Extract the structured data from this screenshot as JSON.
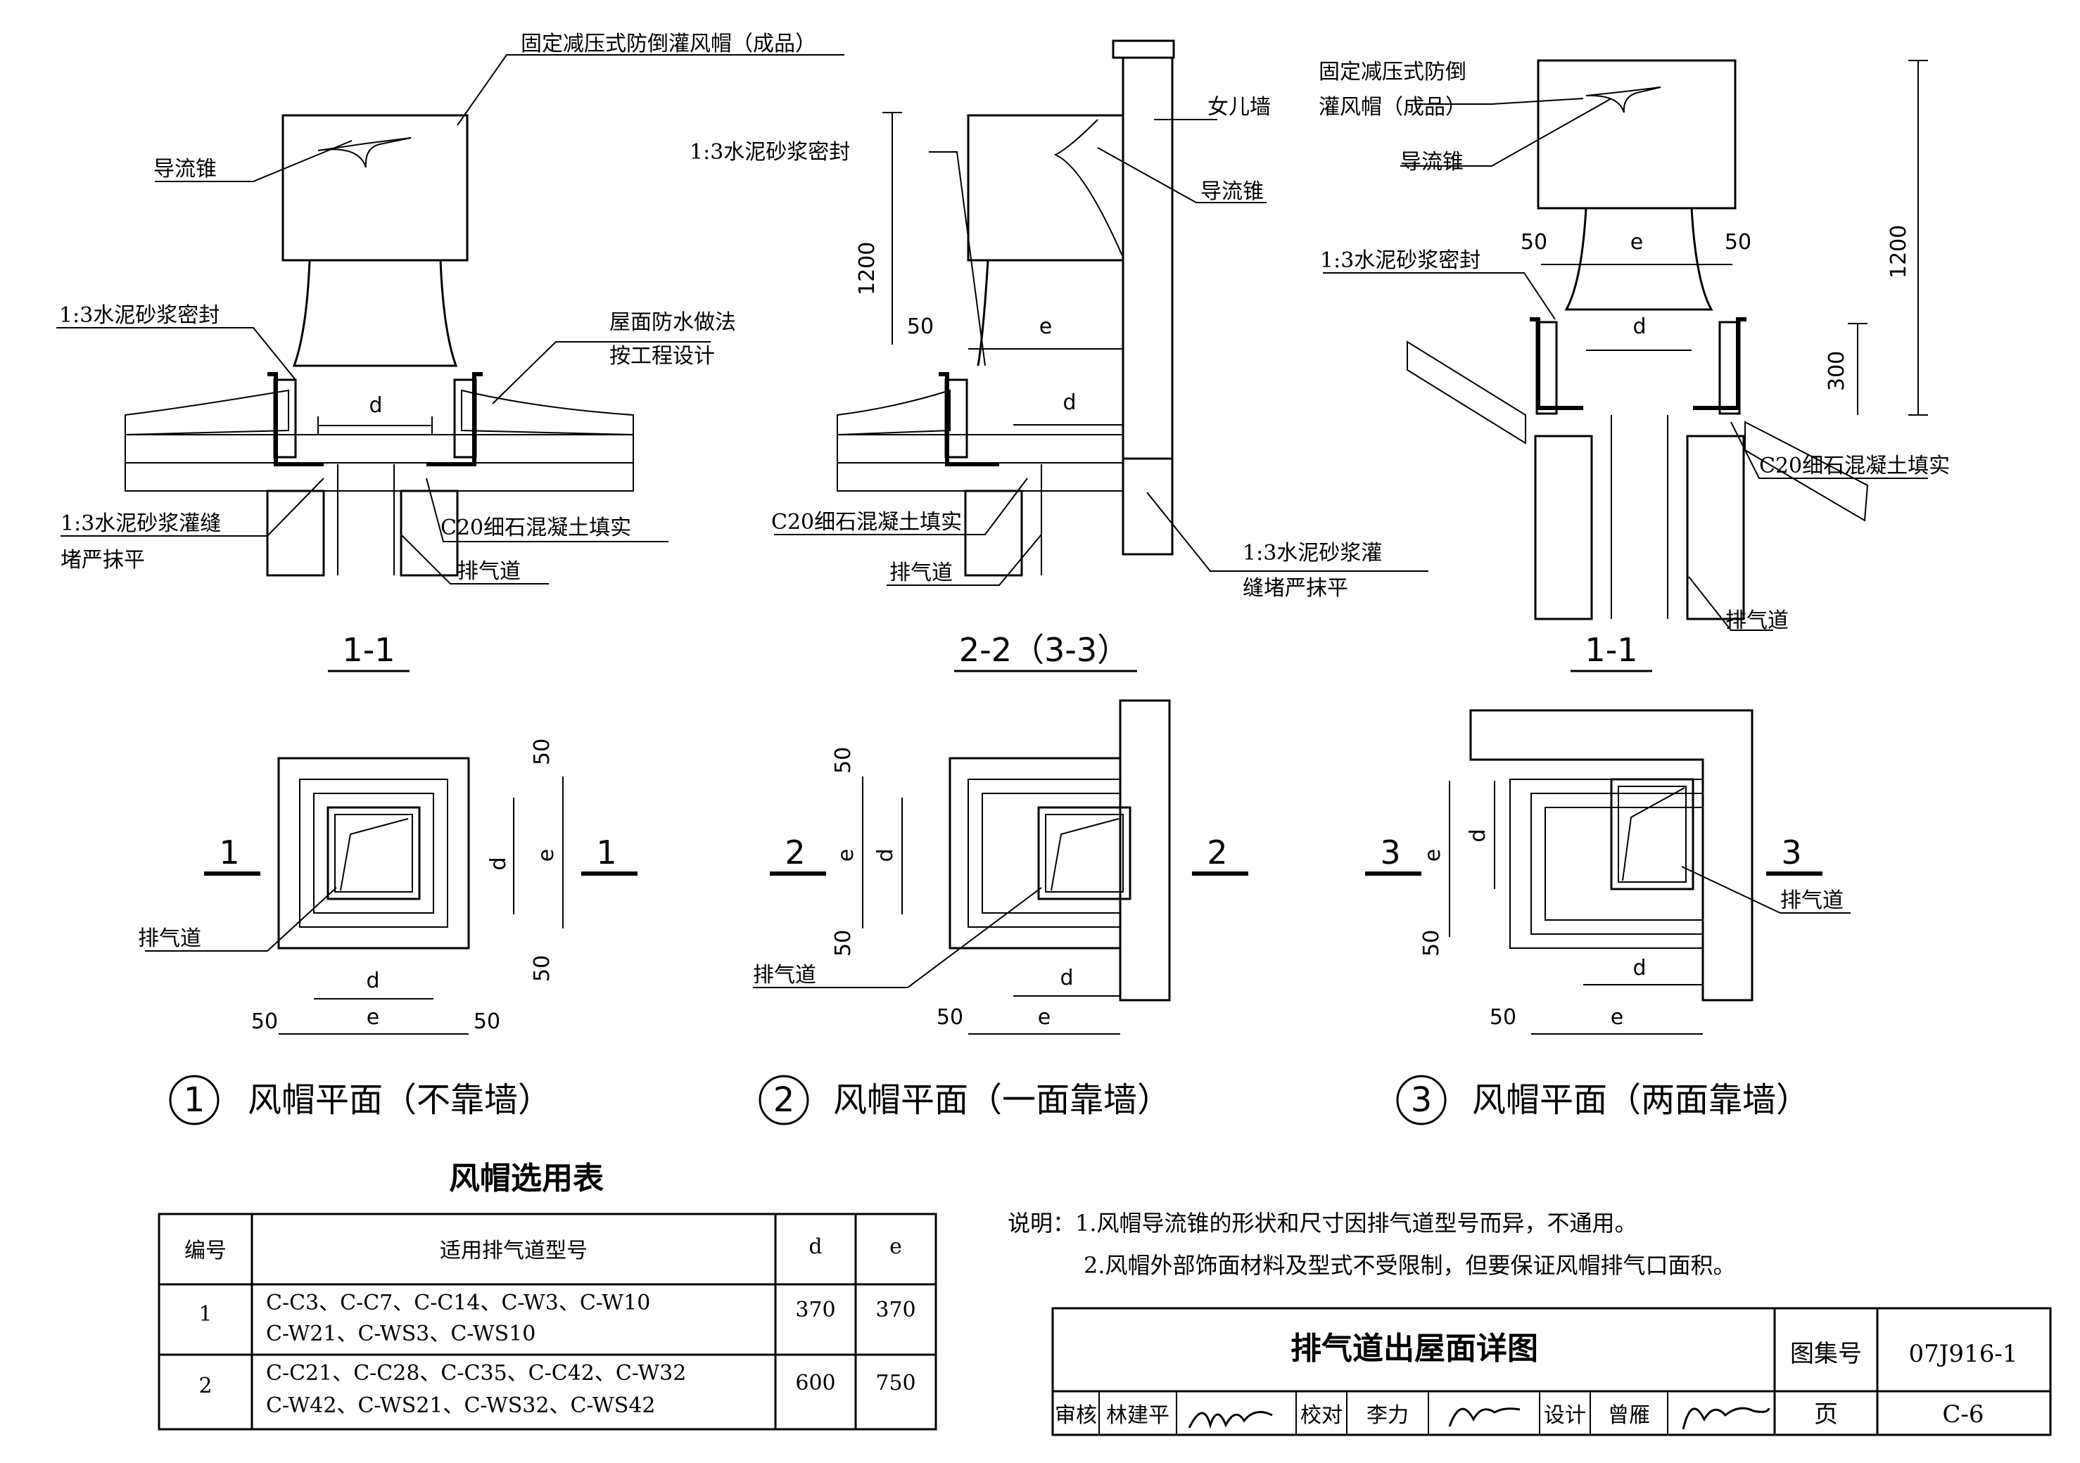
{
  "sections": {
    "s11a": "1-1",
    "s22": "2-2（3-3）",
    "s11b": "1-1",
    "cut1": "1",
    "cut2": "2",
    "cut3": "3"
  },
  "labels": {
    "cap_product": "固定减压式防倒灌风帽（成品）",
    "cap_product_l1": "固定减压式防倒",
    "cap_product_l2": "灌风帽（成品）",
    "cone": "导流锥",
    "mortar_seal": "1:3水泥砂浆密封",
    "roof_wp_l1": "屋面防水做法",
    "roof_wp_l2": "按工程设计",
    "grout_l1": "1:3水泥砂浆灌缝",
    "grout_l2": "堵严抹平",
    "grout2_l1": "1:3水泥砂浆灌",
    "grout2_l2": "缝堵严抹平",
    "c20": "C20细石混凝土填实",
    "exhaust": "排气道",
    "parapet": "女儿墙"
  },
  "dims": {
    "d": "d",
    "e": "e",
    "d50": "50",
    "d1200": "1200",
    "d300": "300"
  },
  "captions": {
    "n1": "1",
    "c1": "风帽平面（不靠墙）",
    "n2": "2",
    "c2": "风帽平面（一面靠墙）",
    "n3": "3",
    "c3": "风帽平面（两面靠墙）"
  },
  "table": {
    "title": "风帽选用表",
    "headers": [
      "编号",
      "适用排气道型号",
      "d",
      "e"
    ],
    "rows": [
      {
        "no": "1",
        "types_l1": "C-C3、C-C7、C-C14、C-W3、C-W10",
        "types_l2": "C-W21、C-WS3、C-WS10",
        "d": "370",
        "e": "370"
      },
      {
        "no": "2",
        "types_l1": "C-C21、C-C28、C-C35、C-C42、C-W32",
        "types_l2": "C-W42、C-WS21、C-WS32、C-WS42",
        "d": "600",
        "e": "750"
      }
    ]
  },
  "notes": {
    "l1": "说明：1.风帽导流锥的形状和尺寸因排气道型号而异，不通用。",
    "l2": "2.风帽外部饰面材料及型式不受限制，但要保证风帽排气口面积。"
  },
  "titleblock": {
    "title": "排气道出屋面详图",
    "atlas_label": "图集号",
    "atlas_no": "07J916-1",
    "review": "审核",
    "reviewer": "林建平",
    "check": "校对",
    "checker": "李力",
    "design": "设计",
    "designer": "曾雁",
    "page_label": "页",
    "page_no": "C-6"
  }
}
